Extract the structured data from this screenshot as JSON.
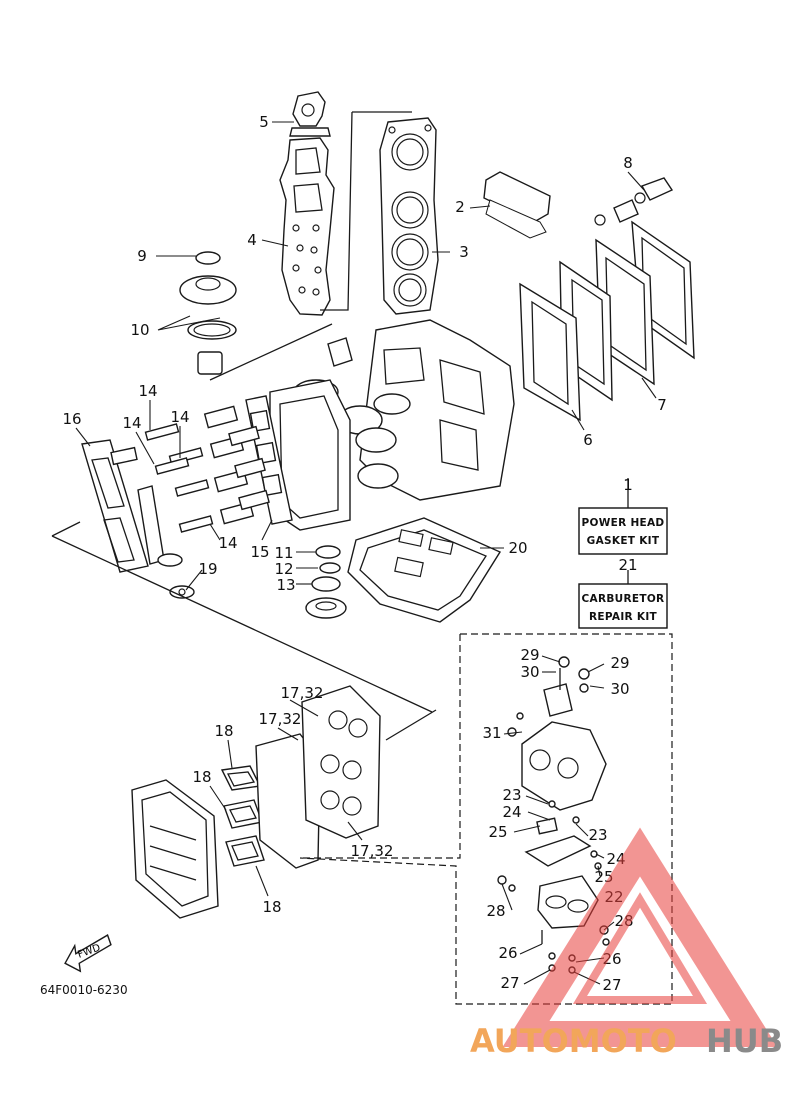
{
  "labels": {
    "p1": "1",
    "p2": "2",
    "p3": "3",
    "p4": "4",
    "p5": "5",
    "p6": "6",
    "p7": "7",
    "p8": "8",
    "p9": "9",
    "p10": "10",
    "p11": "11",
    "p12": "12",
    "p13": "13",
    "p14": "14",
    "p15": "15",
    "p16": "16",
    "p17_32": "17,32",
    "p18": "18",
    "p19": "19",
    "p20": "20",
    "p21": "21",
    "p22": "22",
    "p23": "23",
    "p24": "24",
    "p25": "25",
    "p26": "26",
    "p27": "27",
    "p28": "28",
    "p29": "29",
    "p30": "30",
    "p31": "31"
  },
  "kits": {
    "power_head_line1": "POWER HEAD",
    "power_head_line2": "GASKET KIT",
    "carburetor_line1": "CARBURETOR",
    "carburetor_line2": "REPAIR KIT"
  },
  "fwd_label": "FWD",
  "drawing_code": "64F0010-6230",
  "watermark": {
    "part1": "AUTOMOTO",
    "part2": "HUB",
    "color_light": "#f2a65a",
    "color_dark": "#8a8a8a",
    "triangle_color": "#e8403c"
  }
}
